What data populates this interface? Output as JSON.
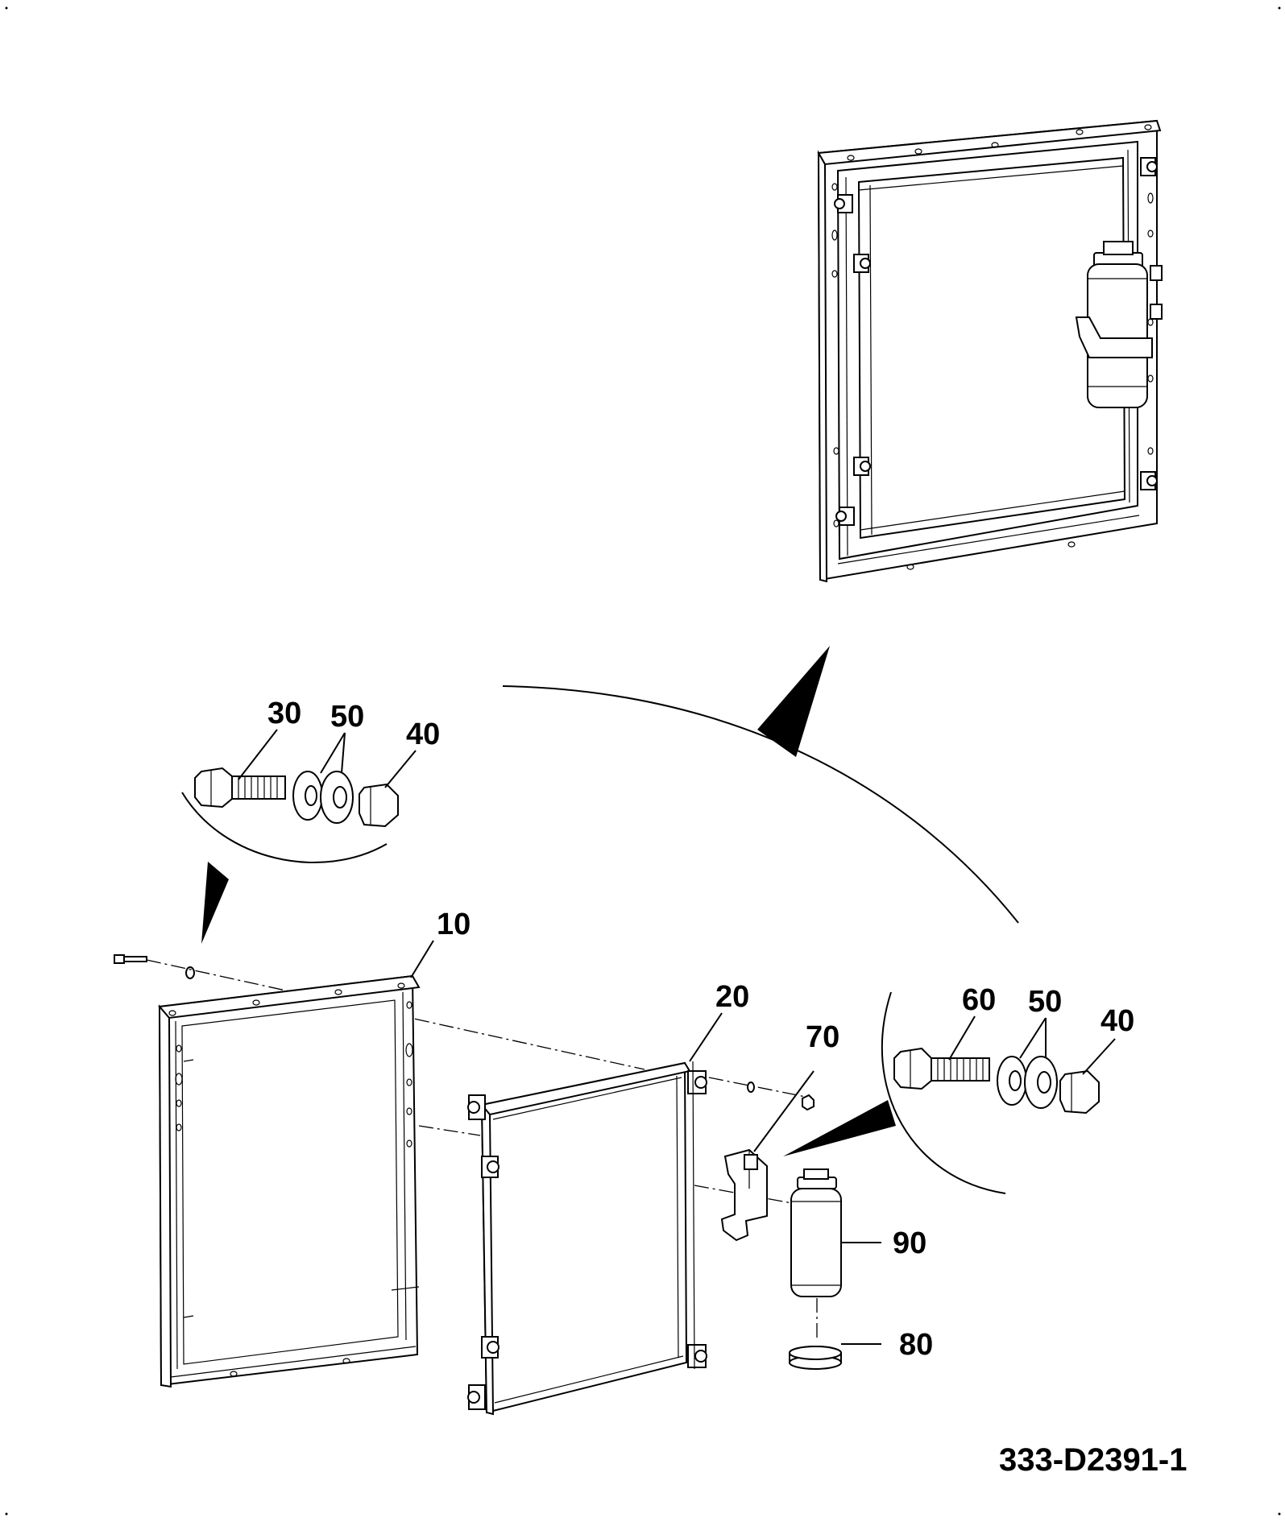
{
  "callouts": {
    "c10": "10",
    "c20": "20",
    "c30": "30",
    "c40_top": "40",
    "c40_right": "40",
    "c50_top": "50",
    "c50_right": "50",
    "c60": "60",
    "c70": "70",
    "c80": "80",
    "c90": "90"
  },
  "drawing_number": "333-D2391-1"
}
